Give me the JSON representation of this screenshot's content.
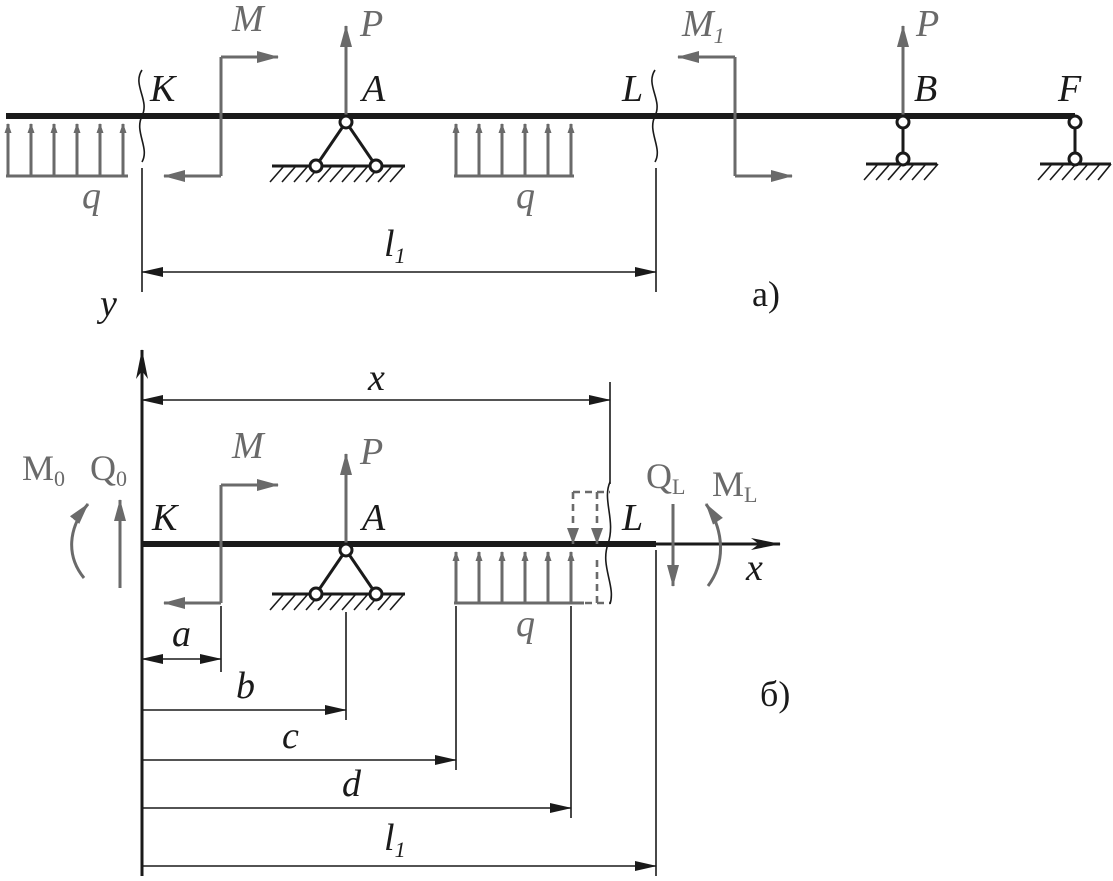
{
  "diagram": {
    "figure_a": {
      "tag": "а)",
      "point_k": "K",
      "point_a": "A",
      "point_l": "L",
      "point_b": "B",
      "point_f": "F",
      "moment_left": "M",
      "moment_right": "M",
      "moment_right_sub": "1",
      "force_a": "P",
      "force_b": "P",
      "load_left": "q",
      "load_mid": "q",
      "span": "l",
      "span_sub": "1",
      "axis_y": "y"
    },
    "figure_b": {
      "tag": "б)",
      "point_k": "K",
      "point_a": "A",
      "point_l": "L",
      "moment": "M",
      "force": "P",
      "load": "q",
      "axis_x": "x",
      "dim_x": "x",
      "dim_a": "a",
      "dim_b": "b",
      "dim_c": "c",
      "dim_d": "d",
      "dim_l": "l",
      "dim_l_sub": "1",
      "m0": "M",
      "m0_sub": "0",
      "q0": "Q",
      "q0_sub": "0",
      "ql": "Q",
      "ql_sub": "L",
      "ml": "M",
      "ml_sub": "L"
    }
  },
  "colors": {
    "ink": "#1a1a1a",
    "load_gray": "#6a6a6a"
  }
}
